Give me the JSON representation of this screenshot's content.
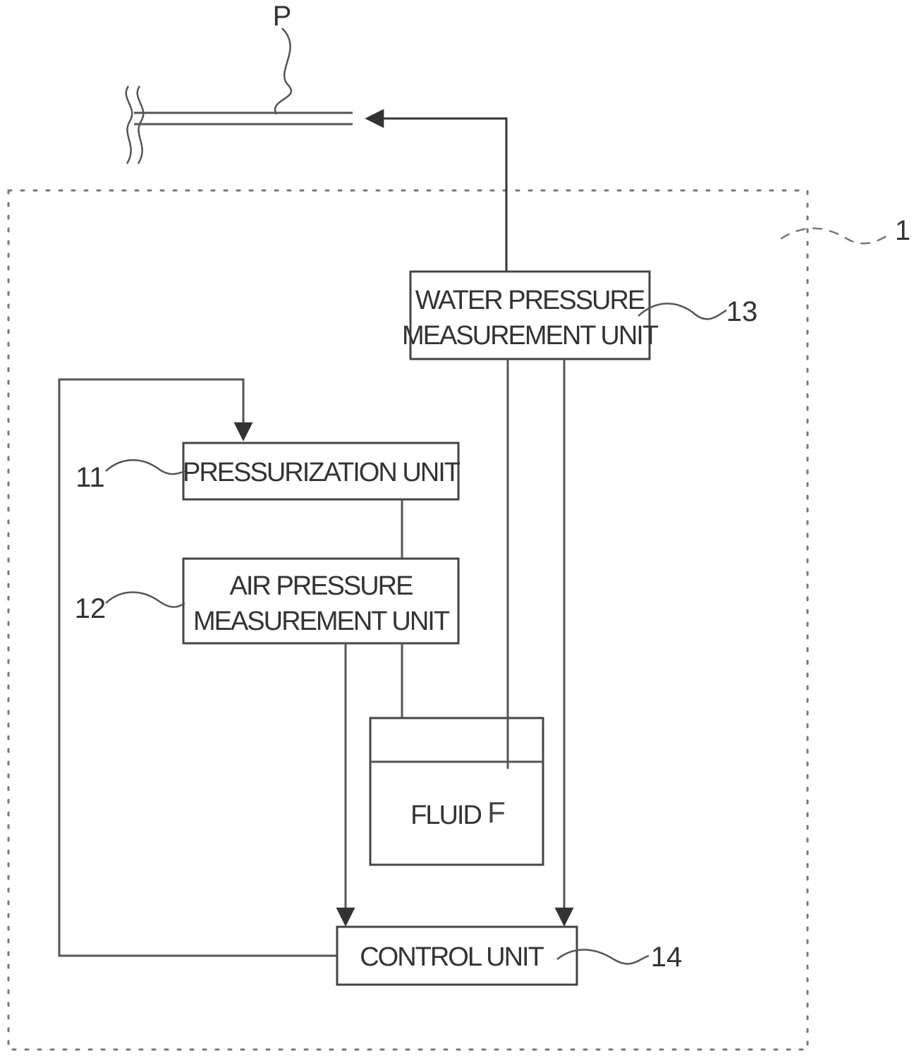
{
  "diagram": {
    "pipe_label": "P",
    "system_ref": "1",
    "units": [
      {
        "id": "water",
        "ref": "13",
        "lines": [
          "WATER PRESSURE",
          "MEASUREMENT UNIT"
        ]
      },
      {
        "id": "pressurization",
        "ref": "11",
        "lines": [
          "PRESSURIZATION UNIT"
        ]
      },
      {
        "id": "air",
        "ref": "12",
        "lines": [
          "AIR PRESSURE",
          "MEASUREMENT UNIT"
        ]
      },
      {
        "id": "control",
        "ref": "14",
        "lines": [
          "CONTROL UNIT"
        ]
      }
    ],
    "fluid": {
      "label": "FLUID",
      "symbol": "F"
    }
  }
}
